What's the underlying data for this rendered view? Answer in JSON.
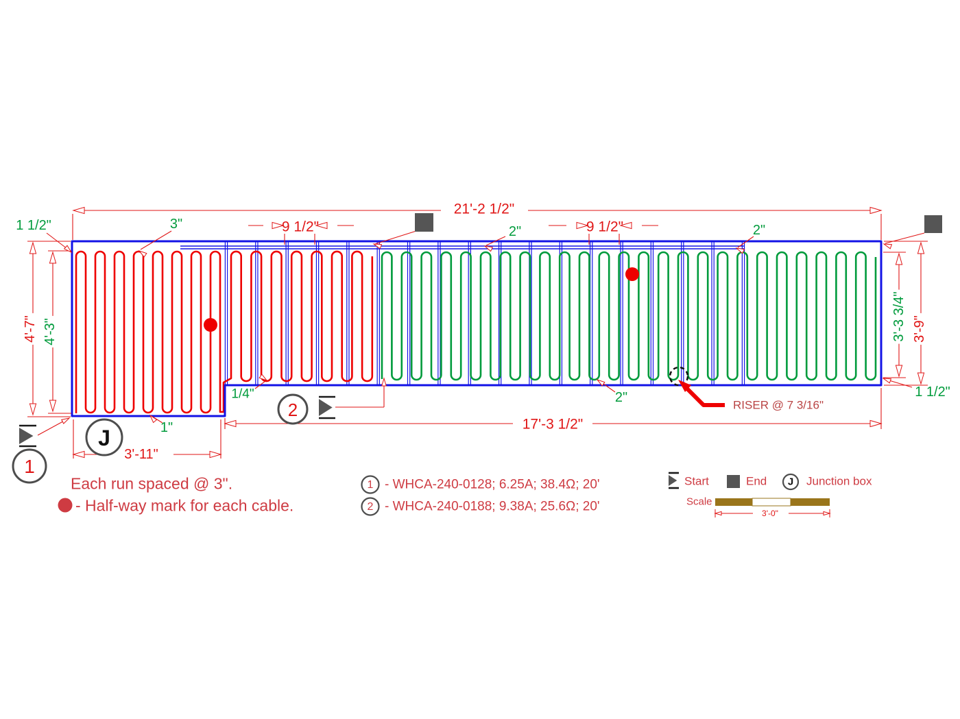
{
  "dims": {
    "overall_width": "21'-2 1/2\"",
    "run_spacing_left": "9 1/2\"",
    "run_spacing_right": "9 1/2\"",
    "left_height": "4'-7\"",
    "left_cable_height": "4'-3\"",
    "right_cable_height": "3'-3 3/4\"",
    "right_height": "3'-9\"",
    "bottom_main": "17'-3 1/2\"",
    "bottom_left": "3'-11\"",
    "scale_bar": "3'-0\""
  },
  "gaps": {
    "top_left": "1 1/2\"",
    "top_margin": "3\"",
    "top_gap_a": "2\"",
    "top_gap_b": "2\"",
    "bottom_gap": "2\"",
    "bottom_left_gap": "1\"",
    "step_gap": "1/4\"",
    "bottom_right": "1 1/2\""
  },
  "riser_label": "RISER @ 7 3/16\"",
  "markers": {
    "cable1": "1",
    "cable2": "2",
    "junction": "J"
  },
  "notes": {
    "spacing": "Each run spaced @ 3\".",
    "halfway": "- Half-way mark for each cable."
  },
  "cable_specs": [
    {
      "num": "1",
      "text": "- WHCA-240-0128; 6.25A; 38.4Ω; 20'"
    },
    {
      "num": "2",
      "text": "- WHCA-240-0188; 9.38A; 25.6Ω; 20'"
    }
  ],
  "legend": {
    "start": "Start",
    "end": "End",
    "junction_symbol": "J",
    "junction_label": "Junction box",
    "scale": "Scale"
  },
  "colors": {
    "blue": "#1212E6",
    "cable_red": "#EE0000",
    "cable_green": "#009B3C",
    "dim_red": "#E01616",
    "green_text": "#009B3C",
    "note_red": "#CE3B42",
    "dark_red": "#B94444",
    "marker_gray": "#4d4d4d",
    "fill_gray": "#555555",
    "brown": "#9A751B",
    "black": "#111111"
  }
}
